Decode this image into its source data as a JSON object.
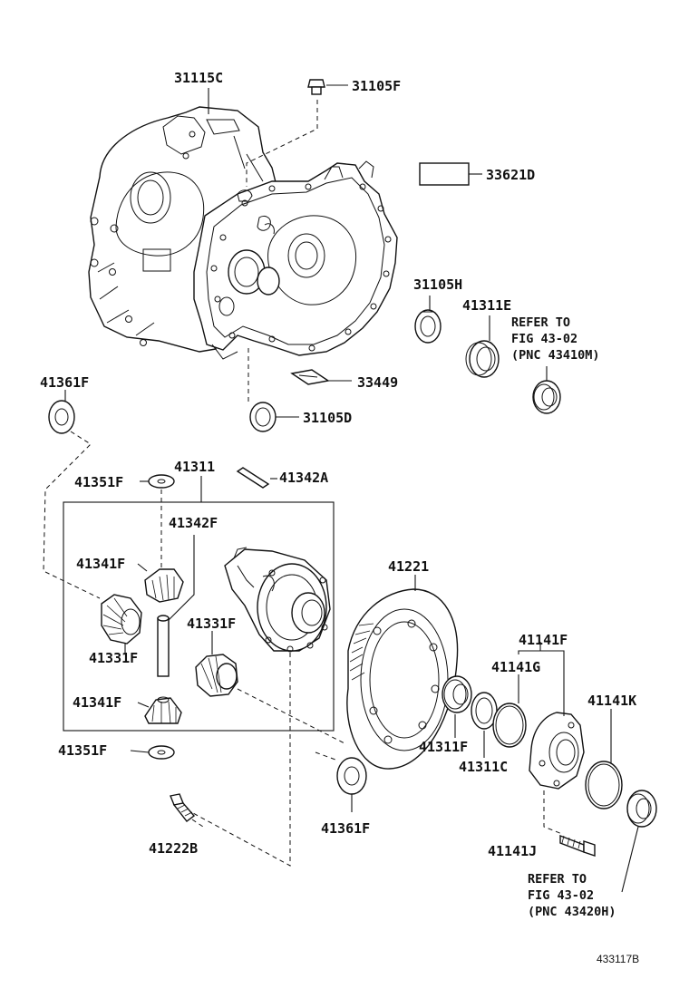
{
  "parts": {
    "p31115C": "31115C",
    "p31105F": "31105F",
    "p33621D": "33621D",
    "p31105H": "31105H",
    "p41311E": "41311E",
    "p33449": "33449",
    "p31105D": "31105D",
    "p41361F_top": "41361F",
    "p41311": "41311",
    "p41351F_top": "41351F",
    "p41342A": "41342A",
    "p41342F": "41342F",
    "p41341F_top": "41341F",
    "p41331F_left": "41331F",
    "p41331F_right": "41331F",
    "p41341F_bottom": "41341F",
    "p41351F_bottom": "41351F",
    "p41222B": "41222B",
    "p41221": "41221",
    "p41141F": "41141F",
    "p41141G": "41141G",
    "p41141K": "41141K",
    "p41311F": "41311F",
    "p41311C": "41311C",
    "p41361F_bottom": "41361F",
    "p41141J": "41141J"
  },
  "notes": {
    "refer1_l1": "REFER TO",
    "refer1_l2": "FIG 43-02",
    "refer1_l3": "(PNC 43410M)",
    "refer2_l1": "REFER TO",
    "refer2_l2": "FIG 43-02",
    "refer2_l3": "(PNC 43420H)"
  },
  "figure_id": "433117B"
}
